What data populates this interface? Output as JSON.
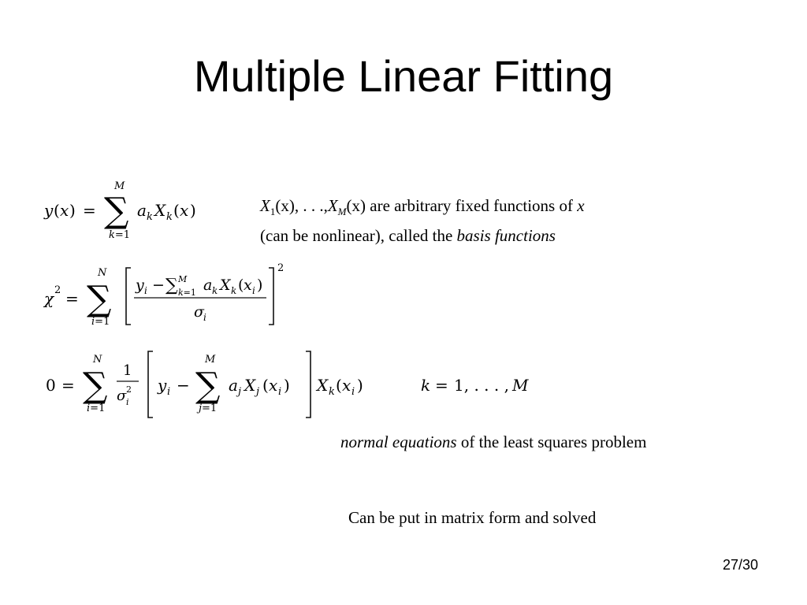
{
  "slide": {
    "title": "Multiple Linear Fitting",
    "page_number": "27/30"
  },
  "equations": {
    "model": "y(x) = Σ_{k=1}^{M} a_k X_k(x)",
    "chi_squared": "χ² = Σ_{i=1}^{N} [ (y_i − Σ_{k=1}^{M} a_k X_k(x_i)) / σ_i ]²",
    "normal_equations": "0 = Σ_{i=1}^{N} (1/σ_i²) [ y_i − Σ_{j=1}^{M} a_j X_j(x_i) ] X_k(x_i)     k = 1, . . . , M"
  },
  "notes": {
    "basis": {
      "x1": "X",
      "sub1": "1",
      "paren1": "(x), . . .,",
      "xm": "X",
      "subm": "M",
      "paren2": "(x)",
      "rest": " are arbitrary fixed functions of ",
      "var_x": "x",
      "line2": "(can be nonlinear), called the ",
      "basis_term": "basis functions"
    },
    "normal": {
      "term": "normal equations",
      "rest": " of the least squares problem"
    },
    "matrix": "Can be put in matrix form and solved"
  }
}
